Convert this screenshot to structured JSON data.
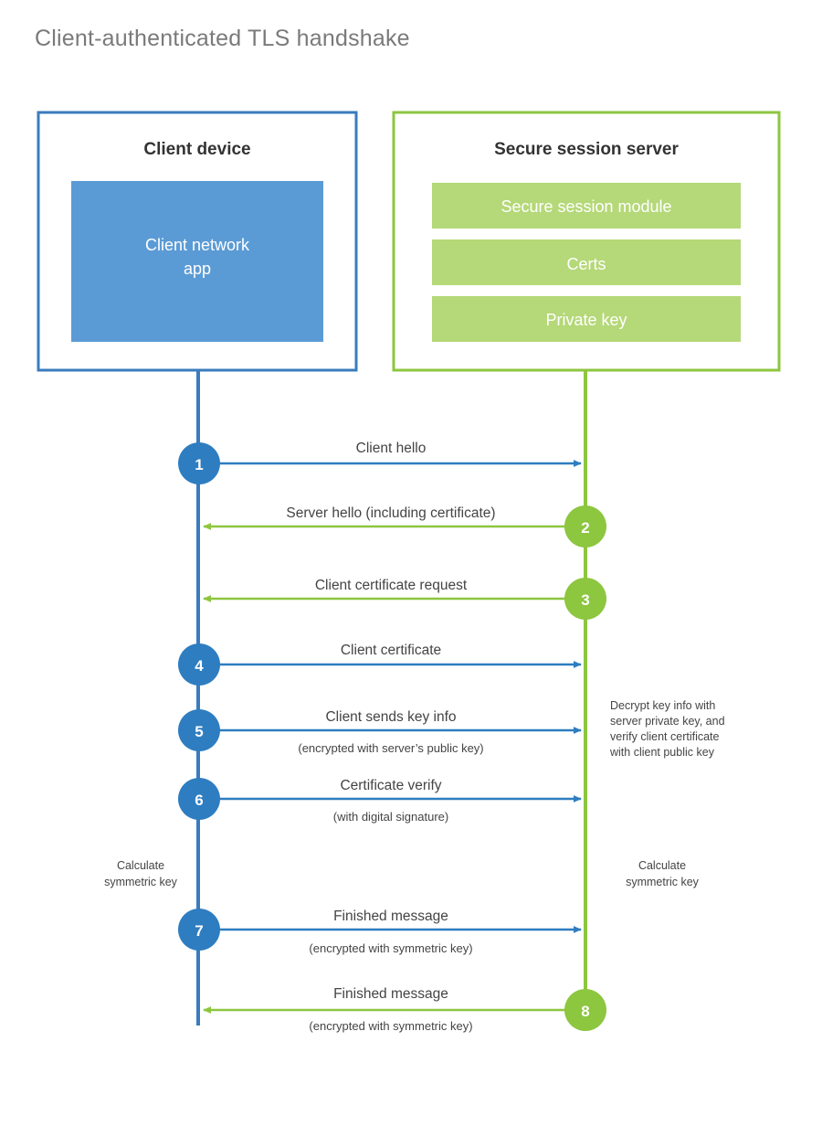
{
  "title": "Client-authenticated TLS handshake",
  "colors": {
    "blue_border": "#3A7CBE",
    "blue_fill": "#5B9BD5",
    "blue_circle": "#2E7DC0",
    "green_border": "#8DC63F",
    "green_fill": "#B5D878",
    "green_circle": "#8DC63F",
    "title_text": "#7A7A7A",
    "body_text": "#444444",
    "node_title_text": "#333333",
    "background": "#FFFFFF"
  },
  "nodes": {
    "client": {
      "title": "Client device",
      "inner_boxes": [
        {
          "label": "Client network app"
        }
      ]
    },
    "server": {
      "title": "Secure session server",
      "inner_boxes": [
        {
          "label": "Secure session module"
        },
        {
          "label": "Certs"
        },
        {
          "label": "Private key"
        }
      ]
    }
  },
  "chart_data": {
    "type": "diagram",
    "title": "Client-authenticated TLS handshake",
    "actors": [
      "Client device",
      "Secure session server"
    ],
    "steps": [
      {
        "number": "1",
        "label": "Client hello",
        "sub": "",
        "direction": "client-to-server",
        "color": "blue"
      },
      {
        "number": "2",
        "label": "Server hello (including certificate)",
        "sub": "",
        "direction": "server-to-client",
        "color": "green"
      },
      {
        "number": "3",
        "label": "Client certificate request",
        "sub": "",
        "direction": "server-to-client",
        "color": "green"
      },
      {
        "number": "4",
        "label": "Client certificate",
        "sub": "",
        "direction": "client-to-server",
        "color": "blue"
      },
      {
        "number": "5",
        "label": "Client sends key info",
        "sub": "(encrypted with server’s public key)",
        "direction": "client-to-server",
        "color": "blue"
      },
      {
        "number": "6",
        "label": "Certificate verify",
        "sub": "(with digital signature)",
        "direction": "client-to-server",
        "color": "blue"
      },
      {
        "number": "7",
        "label": "Finished message",
        "sub": "(encrypted with symmetric key)",
        "direction": "client-to-server",
        "color": "blue"
      },
      {
        "number": "8",
        "label": "Finished message",
        "sub": "(encrypted with symmetric key)",
        "direction": "server-to-client",
        "color": "green"
      }
    ],
    "annotations": [
      {
        "id": "server-decrypt-note",
        "side": "right",
        "lines": [
          "Decrypt key info with",
          "server private key, and",
          "verify client certificate",
          "with client public key"
        ]
      },
      {
        "id": "client-calculate-note",
        "side": "left",
        "lines": [
          "Calculate",
          "symmetric key"
        ]
      },
      {
        "id": "server-calculate-note",
        "side": "right",
        "lines": [
          "Calculate",
          "symmetric key"
        ]
      }
    ]
  }
}
